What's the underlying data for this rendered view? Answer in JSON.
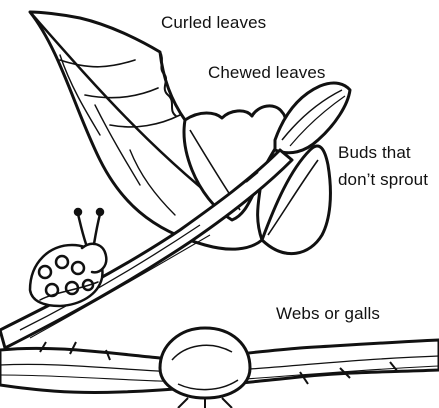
{
  "diagram": {
    "labels": {
      "curled_leaves": "Curled leaves",
      "chewed_leaves": "Chewed leaves",
      "buds_line1": "Buds that",
      "buds_line2": "don’t sprout",
      "webs_or_galls": "Webs or galls"
    },
    "illustration": {
      "subjects": [
        "leaf-curled",
        "leaf-chewed",
        "bud",
        "branch",
        "ladybug",
        "gall"
      ],
      "style": "black line art on white"
    },
    "colors": {
      "ink": "#111111",
      "background": "#ffffff"
    }
  }
}
